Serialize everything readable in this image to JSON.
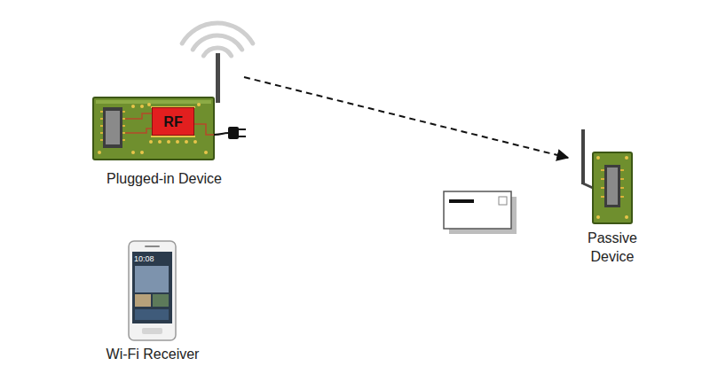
{
  "diagram": {
    "nodes": [
      {
        "text": [
          "Plugged-in Device"
        ]
      },
      {
        "text": [
          "RF"
        ],
        "in": 0
      },
      {
        "text": [
          "Passive Device"
        ]
      },
      {
        "text": [
          "Wi-Fi Receiver"
        ]
      }
    ],
    "edges": [
      {
        "from": 0,
        "to": 2,
        "arrow": "to"
      }
    ],
    "labels": [
      "10:08"
    ]
  }
}
